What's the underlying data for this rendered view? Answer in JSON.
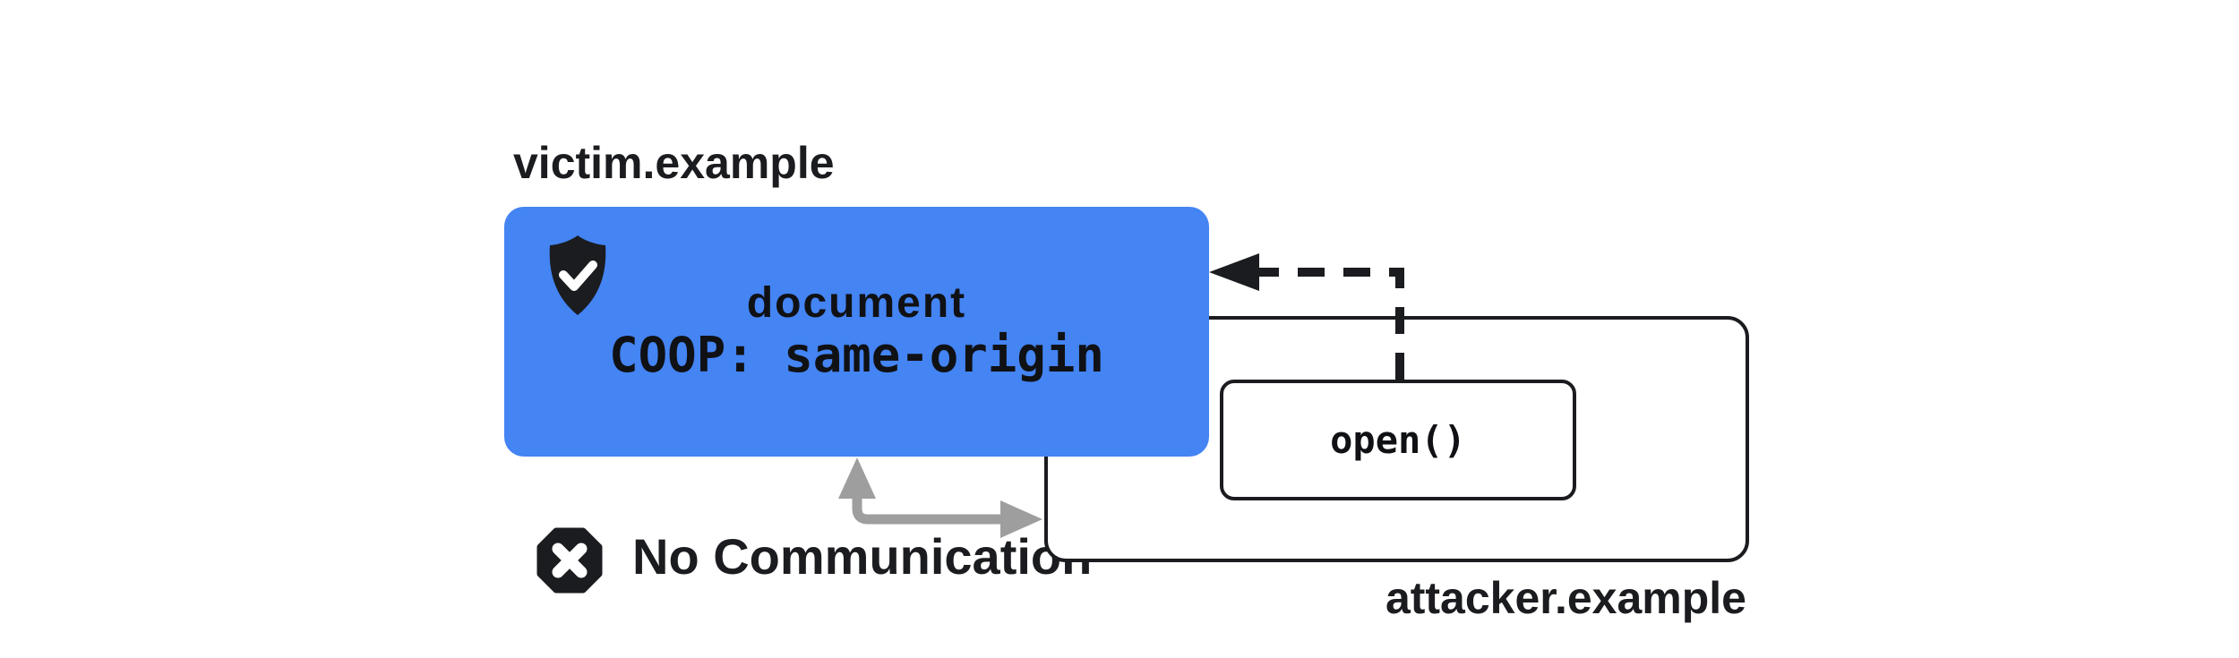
{
  "colors": {
    "victim_box": "#4484F3",
    "outline": "#1B1C1F",
    "text_dark": "#101114",
    "arrow_gray": "#9E9E9E",
    "surface": "#FFFFFF"
  },
  "diagram": {
    "victim_window": {
      "domain_label": "victim.example",
      "document_label": "document",
      "coop_header": "COOP: same-origin",
      "shield_icon": "shield-check-icon"
    },
    "attacker_window": {
      "domain_label": "attacker.example",
      "open_call_label": "open()"
    },
    "relationship": {
      "status_label": "No Communication",
      "blocked_icon": "octagon-x-icon",
      "opener_arrow": "dashed-opener-reference-arrow",
      "communication_arrow": "blocked-communication-arrow"
    }
  }
}
